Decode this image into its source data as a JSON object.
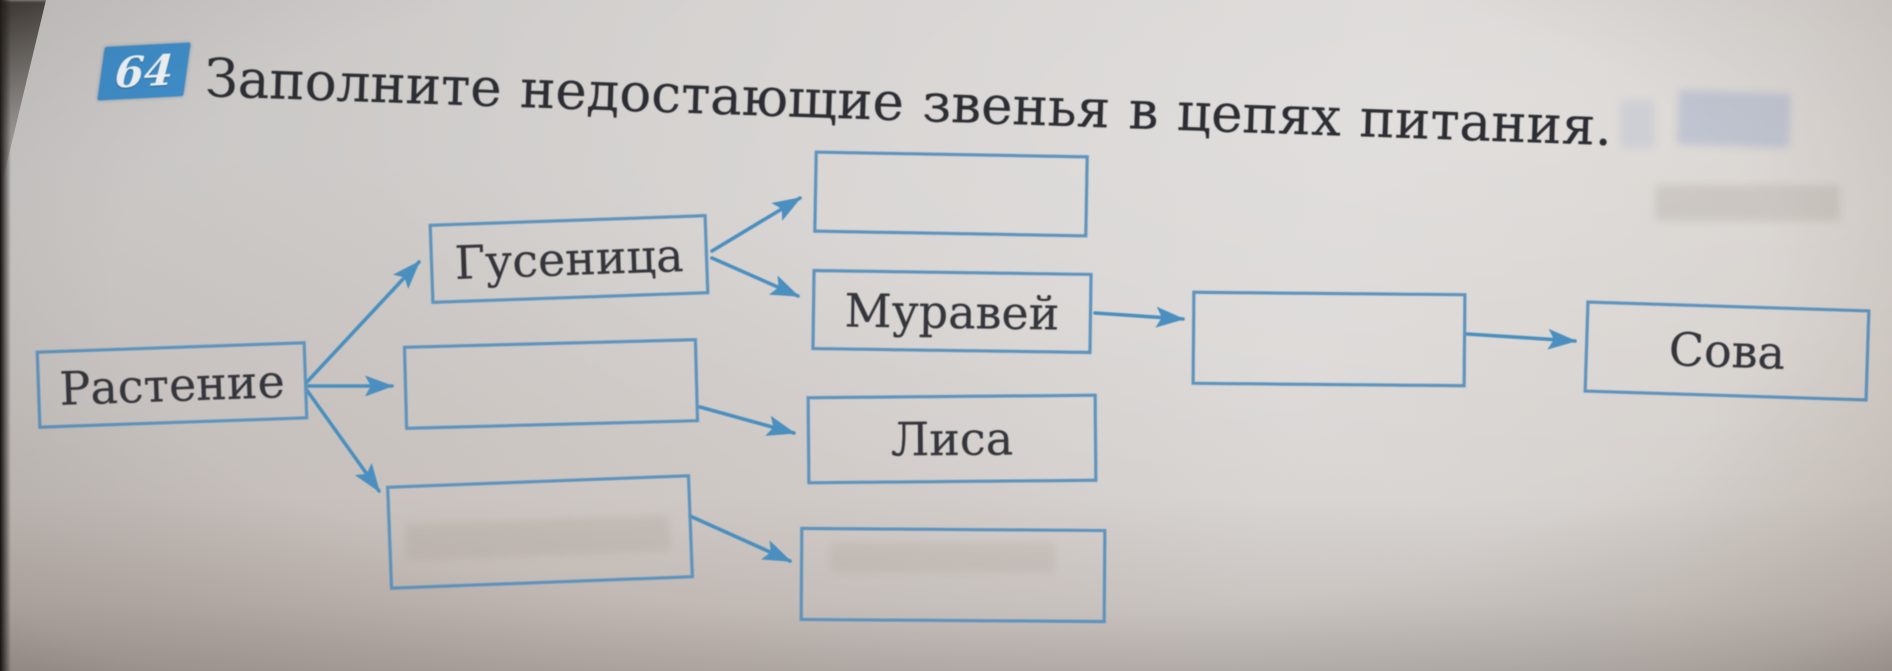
{
  "page": {
    "badge": "64",
    "title": "Заполните недостающие звенья в цепях питания.",
    "title_words": [
      "Заполните",
      "недостающие",
      "звенья",
      "в",
      "цепях",
      "питания."
    ]
  },
  "diagram": {
    "nodes": {
      "plant": "Растение",
      "caterpillar": "Гусеница",
      "blank_top": "",
      "ant": "Муравей",
      "blank_after_ant": "",
      "owl": "Сова",
      "blank_mid": "",
      "fox": "Лиса",
      "blank_bottom_left": "",
      "blank_bottom_right": ""
    },
    "edges": [
      [
        "plant",
        "caterpillar"
      ],
      [
        "plant",
        "blank_mid"
      ],
      [
        "plant",
        "blank_bottom_left"
      ],
      [
        "caterpillar",
        "blank_top"
      ],
      [
        "caterpillar",
        "ant"
      ],
      [
        "ant",
        "blank_after_ant"
      ],
      [
        "blank_after_ant",
        "owl"
      ],
      [
        "blank_mid",
        "fox"
      ],
      [
        "blank_bottom_left",
        "blank_bottom_right"
      ]
    ]
  },
  "colors": {
    "accent_blue": "#4a8fbf",
    "box_border": "#5e93bd",
    "badge_bg": "#3e8cc7",
    "ink": "#2c2e33",
    "paper": "#d5d2cf"
  }
}
